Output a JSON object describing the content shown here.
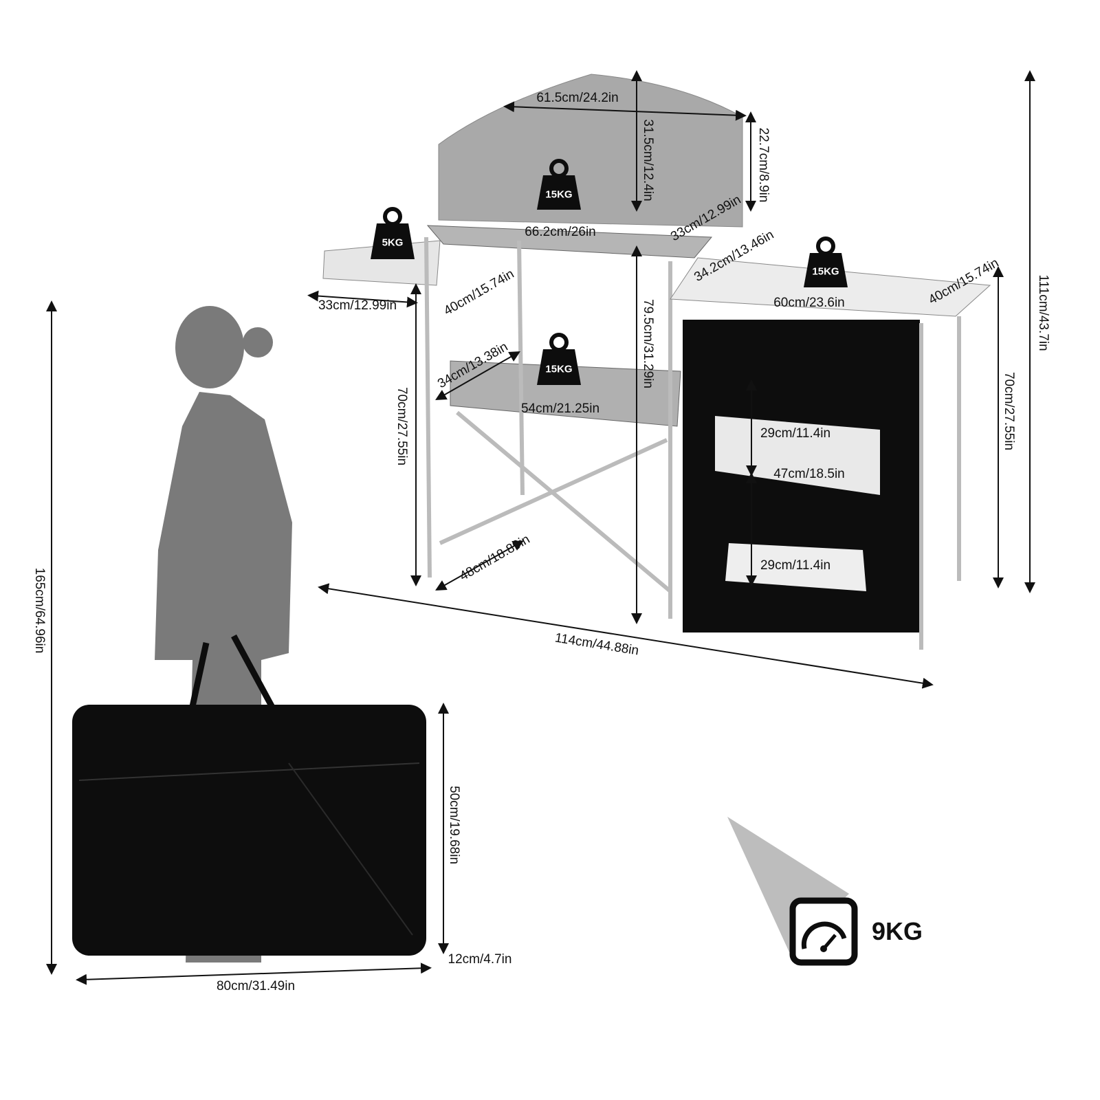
{
  "colors": {
    "frame": "#b8b8b8",
    "panel": "#a9a9a9",
    "fabric": "#0d0d0d",
    "silhouette": "#7a7a7a",
    "text": "#111111"
  },
  "icons": [
    "weight-icon",
    "scale-gauge-icon"
  ],
  "weights": {
    "windscreen_shelf": "15KG",
    "side_table": "5KG",
    "cabinet_top": "15KG",
    "lower_shelf": "15KG",
    "total": "9KG"
  },
  "dimensions": {
    "windscreen_width": "61.5cm/24.2in",
    "windscreen_height": "31.5cm/12.4in",
    "side_panel_height": "22.7cm/8.9in",
    "top_shelf_width": "66.2cm/26in",
    "top_shelf_depth": "33cm/12.99in",
    "top_depth": "34.2cm/13.46in",
    "cabinet_depth": "40cm/15.74in",
    "side_table_width": "33cm/12.99in",
    "side_table_depth": "40cm/15.74in",
    "cabinet_width": "60cm/23.6in",
    "table_height": "79.5cm/31.29in",
    "total_height": "111cm/43.7in",
    "lower_shelf_depth": "34cm/13.38in",
    "left_height": "70cm/27.55in",
    "lower_shelf_width": "54cm/21.25in",
    "cabinet_height": "70cm/27.55in",
    "upper_compartment": "29cm/11.4in",
    "cabinet_shelf_width": "47cm/18.5in",
    "leg_depth": "48cm/18.89in",
    "lower_compartment": "29cm/11.4in",
    "total_width": "114cm/44.88in",
    "person_height": "165cm/64.96in",
    "bag_height": "50cm/19.68in",
    "bag_thickness": "12cm/4.7in",
    "bag_width": "80cm/31.49in"
  }
}
